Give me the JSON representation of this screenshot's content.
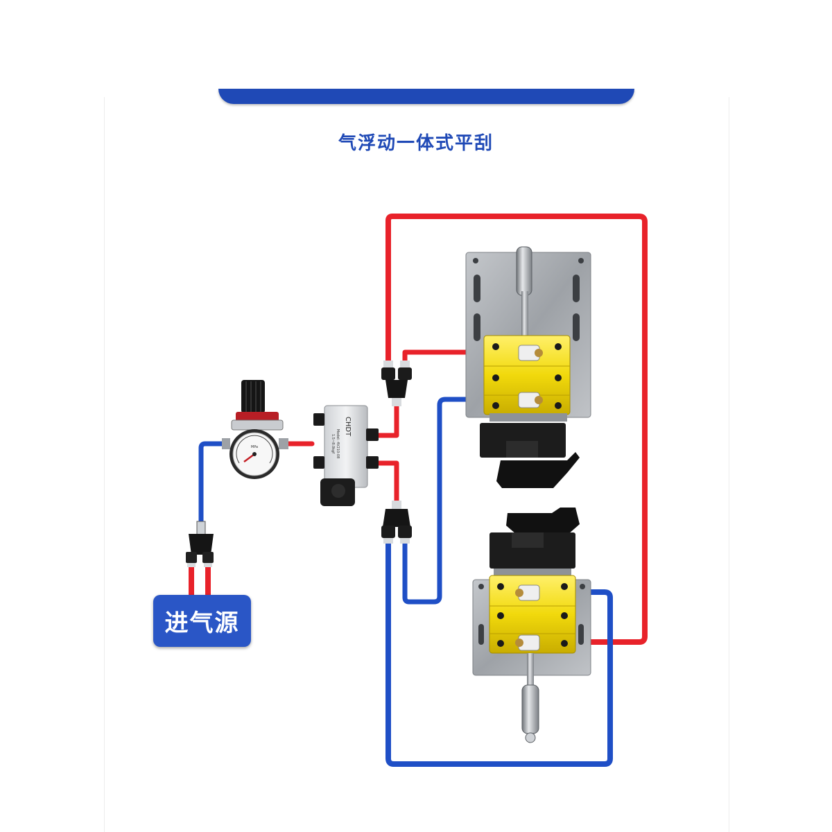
{
  "title": "气浮动一体式平刮",
  "source_label": "进气源",
  "colors": {
    "accent": "#1f49b6",
    "hose_pressure": "#e8222a",
    "hose_return": "#1f4fc6",
    "cylinder_yellow": "#f3dc10",
    "plate_steel": "#a9adb2"
  },
  "valve": {
    "brand": "CHDT",
    "model": "Model: 4V210-08",
    "spec": "1.5~8.0kgf"
  },
  "icons": {
    "regulator": "pressure-regulator-icon",
    "gauge": "pressure-gauge-icon",
    "valve": "solenoid-valve-icon",
    "tee": "y-fitting-icon",
    "squeegee": "squeegee-holder-icon"
  }
}
